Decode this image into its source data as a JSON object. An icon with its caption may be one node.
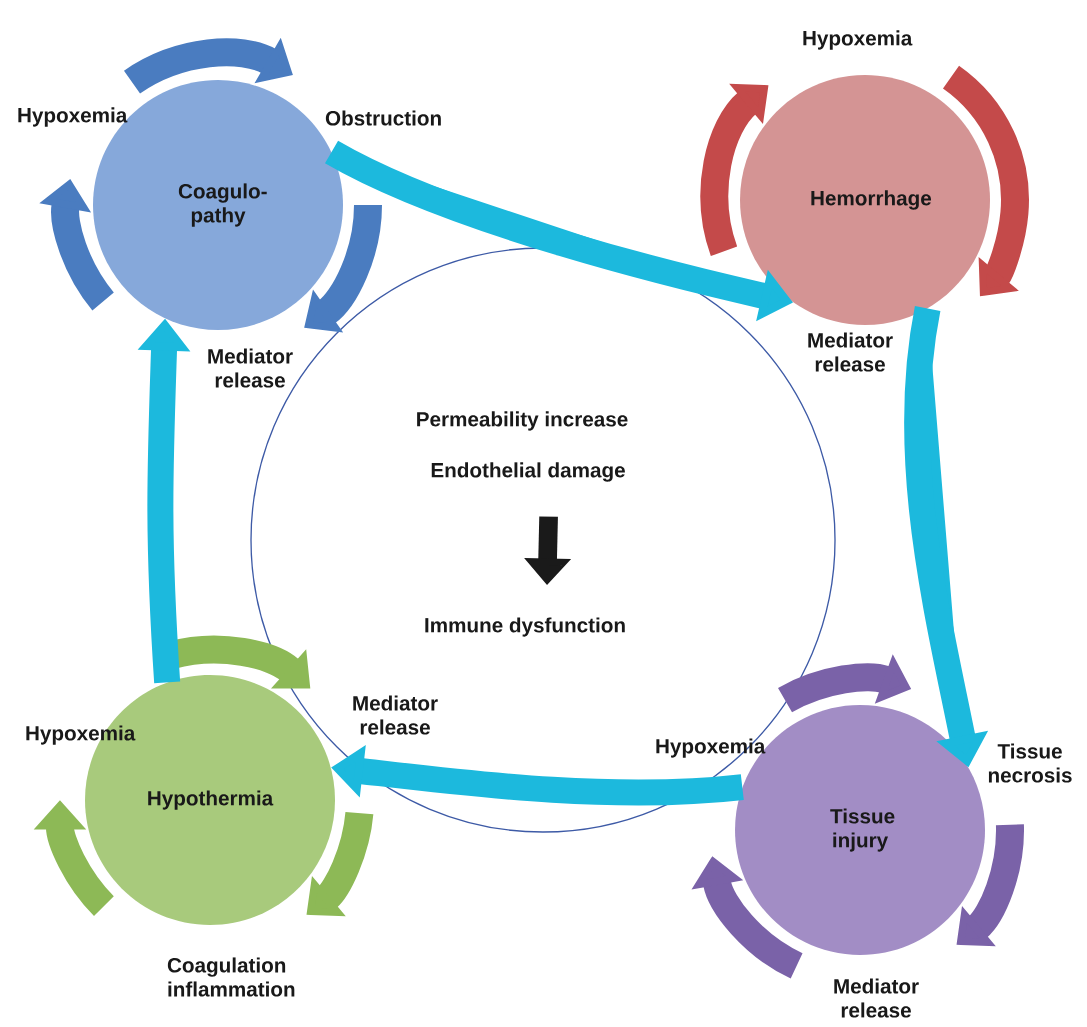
{
  "diagram": {
    "nodes": [
      {
        "text": [],
        "shape": "circle"
      },
      {
        "text": [
          "Permeability increase"
        ],
        "in": 0
      },
      {
        "text": [
          "Endothelial damage"
        ],
        "in": 0
      },
      {
        "text": [
          "Immune dysfunction"
        ],
        "in": 0
      },
      {
        "text": [
          "Coagulo- pathy"
        ],
        "beside": [
          "Hypoxemia",
          "Obstruction",
          "Mediator release"
        ]
      },
      {
        "text": [
          "Hemorrhage"
        ],
        "beside": [
          "Hypoxemia",
          "Mediator release"
        ]
      },
      {
        "text": [
          "Hypothermia"
        ],
        "beside": [
          "Hypoxemia",
          "Mediator release",
          "Coagulation inflammation"
        ]
      },
      {
        "text": [
          "Tissue injury"
        ],
        "beside": [
          "Hypoxemia",
          "Tissue necrosis",
          "Mediator release"
        ]
      }
    ],
    "edges": [
      {
        "from": 2,
        "to": 3,
        "arrow": "to",
        "color": "#1a1a1a"
      },
      {
        "from": 4,
        "to": 5,
        "arrow": "to"
      },
      {
        "from": 5,
        "to": 7,
        "arrow": "to"
      },
      {
        "from": 7,
        "to": 6,
        "arrow": "to"
      },
      {
        "from": 6,
        "to": 4,
        "arrow": "to"
      }
    ]
  }
}
